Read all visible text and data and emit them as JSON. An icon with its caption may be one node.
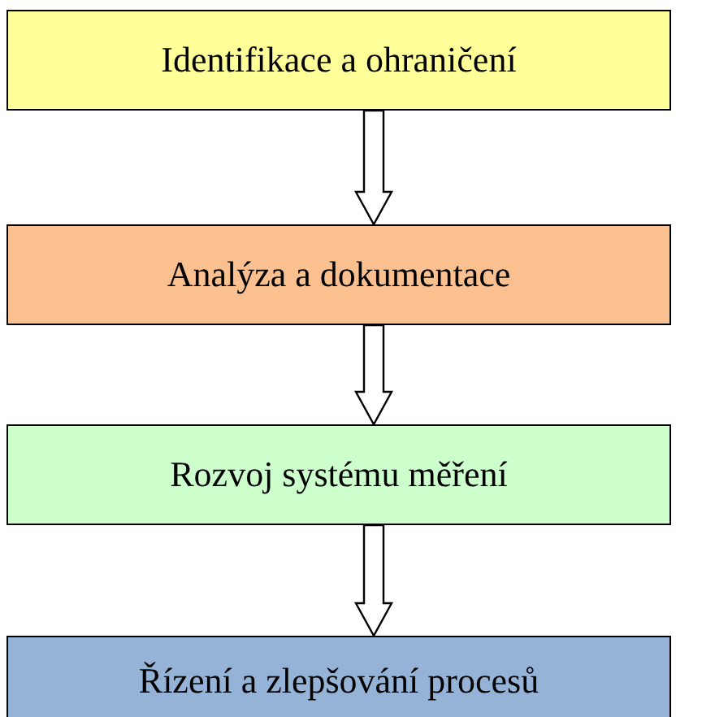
{
  "diagram": {
    "nodes": [
      {
        "text": [
          "Identifikace a ohraničení"
        ]
      },
      {
        "text": [
          "Analýza a dokumentace"
        ]
      },
      {
        "text": [
          "Rozvoj systému měření"
        ]
      },
      {
        "text": [
          "Řízení a zlepšování procesů"
        ]
      }
    ],
    "edges": [
      {
        "from": 0,
        "to": 1,
        "arrow": "to"
      },
      {
        "from": 1,
        "to": 2,
        "arrow": "to"
      },
      {
        "from": 2,
        "to": 3,
        "arrow": "to"
      }
    ]
  }
}
